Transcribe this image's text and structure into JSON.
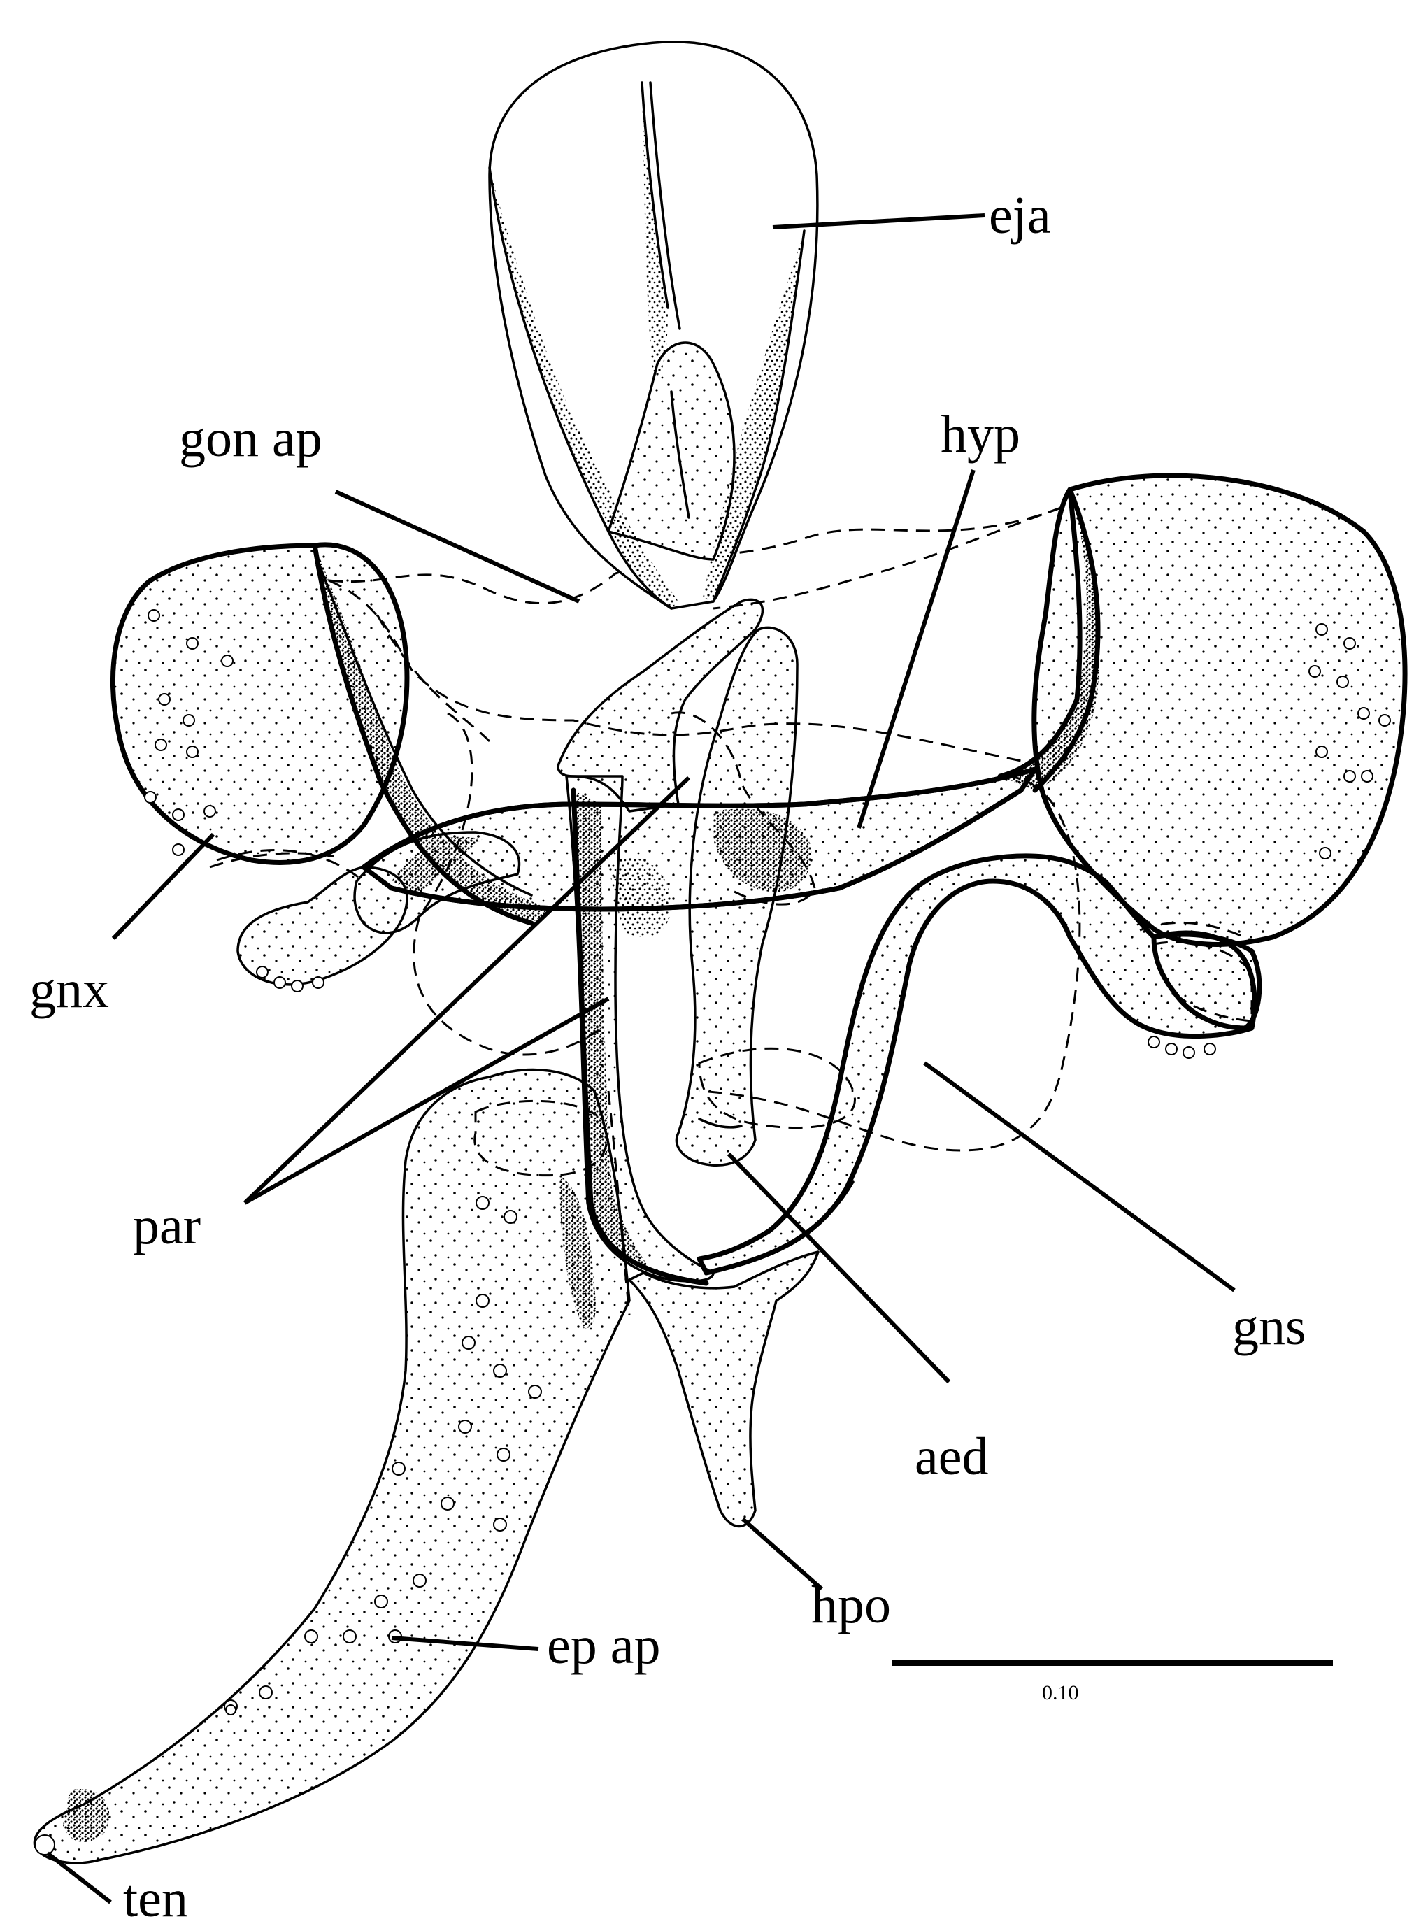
{
  "figure": {
    "labels": {
      "eja": "eja",
      "gon_ap": "gon ap",
      "hyp": "hyp",
      "gnx": "gnx",
      "par": "par",
      "gns": "gns",
      "aed": "aed",
      "hpo": "hpo",
      "ep_ap": "ep ap",
      "ten": "ten"
    },
    "scale_bar": {
      "value": "0.10"
    }
  }
}
